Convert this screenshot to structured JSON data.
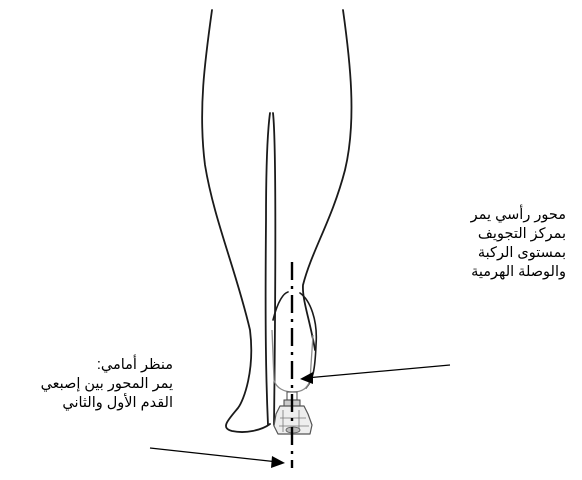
{
  "annotations": {
    "vertical_axis": {
      "lines": [
        "محور رأسي يمر",
        "بمركز التجويف",
        "بمستوى الركبة",
        "والوصلة الهرمية"
      ]
    },
    "front_view": {
      "lines": [
        "منظر أمامي:",
        "يمر المحور بين إصبعي",
        "القدم الأول والثاني"
      ]
    }
  },
  "colors": {
    "line": "#000000",
    "outline": "#1a1a1a",
    "prosthesis": "#8a8a8a",
    "background": "#ffffff"
  }
}
